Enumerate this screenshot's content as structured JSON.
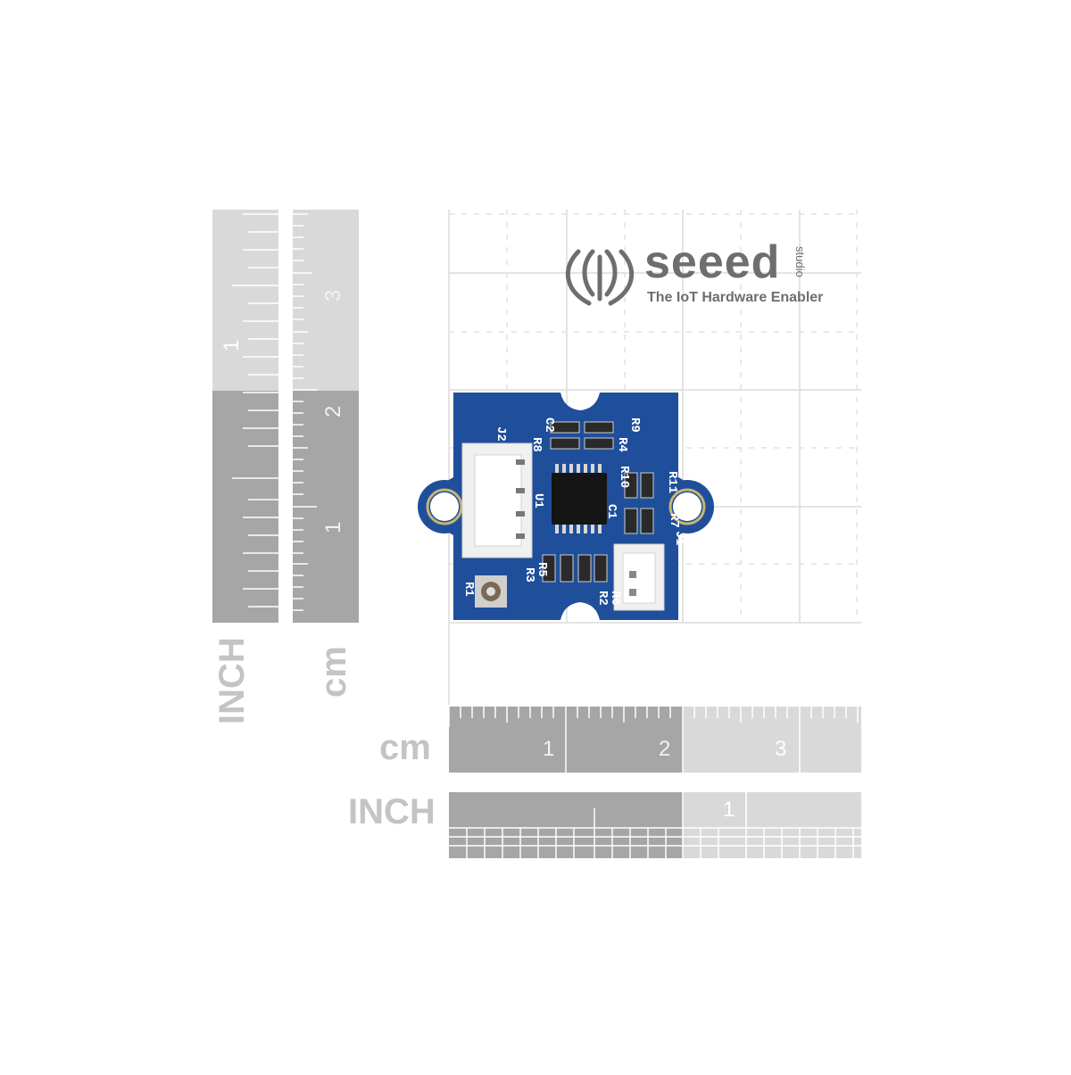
{
  "brand": {
    "name": "seeed",
    "sub": "studio",
    "tagline": "The IoT Hardware Enabler"
  },
  "ruler_bottom_cm": {
    "unit": "cm",
    "numbers": [
      "1",
      "2",
      "3"
    ]
  },
  "ruler_bottom_inch": {
    "unit": "INCH",
    "numbers": [
      "1"
    ]
  },
  "ruler_left_cm": {
    "unit": "cm",
    "numbers": [
      "1",
      "2",
      "3"
    ]
  },
  "ruler_left_inch": {
    "unit": "INCH",
    "numbers": [
      "1"
    ]
  },
  "board": {
    "labels": [
      "J2",
      "U1",
      "C2",
      "R8",
      "R9",
      "R4",
      "R10",
      "C1",
      "R11",
      "R7",
      "J1",
      "R5",
      "R3",
      "R6",
      "R2",
      "R1"
    ]
  },
  "colors": {
    "pcb": "#1f4f9a",
    "ruler_dark": "#a6a6a6",
    "ruler_light": "#d6d6d6",
    "grid": "#cfcfcf"
  }
}
